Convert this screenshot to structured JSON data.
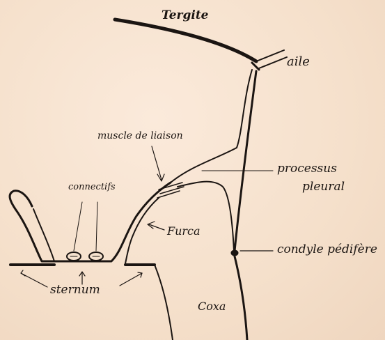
{
  "diagram": {
    "labels": {
      "tergite": "Tergite",
      "aile": "aile",
      "muscle_de_liaison": "muscle de liaison",
      "connectifs": "connectifs",
      "processus_pleural": [
        "processus",
        "pleural"
      ],
      "furca": "Furca",
      "condyle_pedifere": "condyle pédifère",
      "sternum": "sternum",
      "coxa": "Coxa"
    },
    "colors": {
      "ink": "#1b1512",
      "paper": "#f6e3cf"
    }
  }
}
